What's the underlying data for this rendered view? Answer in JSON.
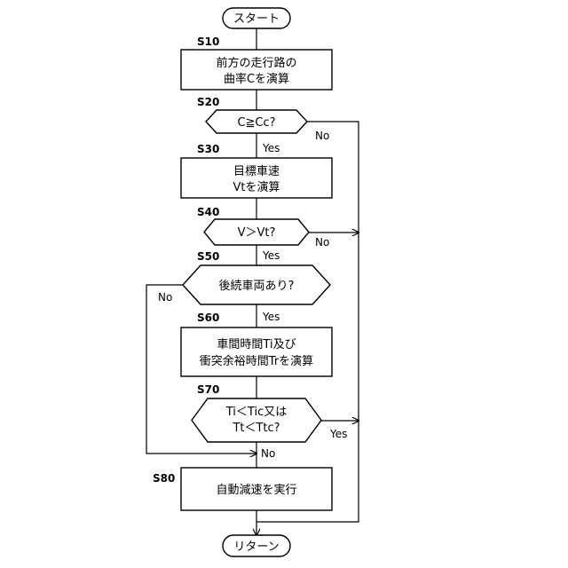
{
  "terminals": {
    "start": "スタート",
    "end": "リターン"
  },
  "steps": {
    "s10": {
      "id": "S10",
      "line1": "前方の走行路の",
      "line2": "曲率Cを演算"
    },
    "s20": {
      "id": "S20",
      "text": "C≧Cc?"
    },
    "s30": {
      "id": "S30",
      "line1": "目標車速",
      "line2": "Vtを演算"
    },
    "s40": {
      "id": "S40",
      "text": "V＞Vt?"
    },
    "s50": {
      "id": "S50",
      "text": "後続車両あり?"
    },
    "s60": {
      "id": "S60",
      "line1": "車間時間Ti及び",
      "line2": "衝突余裕時間Trを演算"
    },
    "s70": {
      "id": "S70",
      "line1": "Ti＜Tic又は",
      "line2": "Tt＜Ttc?"
    },
    "s80": {
      "id": "S80",
      "text": "自動減速を実行"
    }
  },
  "branch_labels": {
    "s20_yes": "Yes",
    "s20_no": "No",
    "s40_yes": "Yes",
    "s40_no": "No",
    "s50_yes": "Yes",
    "s50_no": "No",
    "s70_yes": "Yes",
    "s70_no": "No"
  }
}
